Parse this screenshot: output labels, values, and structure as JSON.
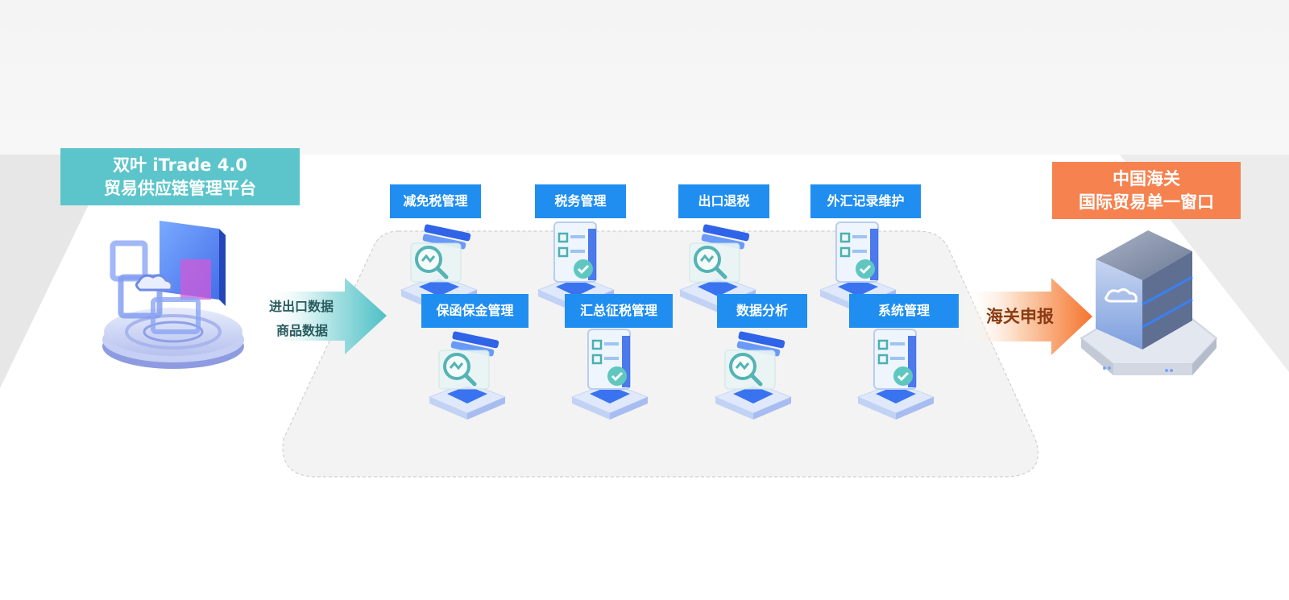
{
  "source_platform": {
    "line1": "双叶 iTrade 4.0",
    "line2": "贸易供应链管理平台",
    "icon": "platform-cube-icon",
    "color": "#5bc5cb"
  },
  "input_arrow": {
    "line1": "进出口数据",
    "line2": "商品数据",
    "icon": "arrow-right-icon",
    "color": "#5bc5cb"
  },
  "modules": [
    {
      "label": "减免税管理",
      "icon": "magnifier-doc-icon"
    },
    {
      "label": "税务管理",
      "icon": "clipboard-check-icon"
    },
    {
      "label": "出口退税",
      "icon": "magnifier-doc-icon"
    },
    {
      "label": "外汇记录维护",
      "icon": "clipboard-check-icon"
    },
    {
      "label": "保函保金管理",
      "icon": "magnifier-doc-icon"
    },
    {
      "label": "汇总征税管理",
      "icon": "clipboard-check-icon"
    },
    {
      "label": "数据分析",
      "icon": "magnifier-doc-icon"
    },
    {
      "label": "系统管理",
      "icon": "clipboard-check-icon"
    }
  ],
  "output_arrow": {
    "label": "海关申报",
    "icon": "arrow-right-icon",
    "color": "#f5824f"
  },
  "target_system": {
    "line1": "中国海关",
    "line2": "国际贸易单一窗口",
    "icon": "server-cloud-icon",
    "color": "#f5824f"
  },
  "module_label_color": "#1f8ef0"
}
